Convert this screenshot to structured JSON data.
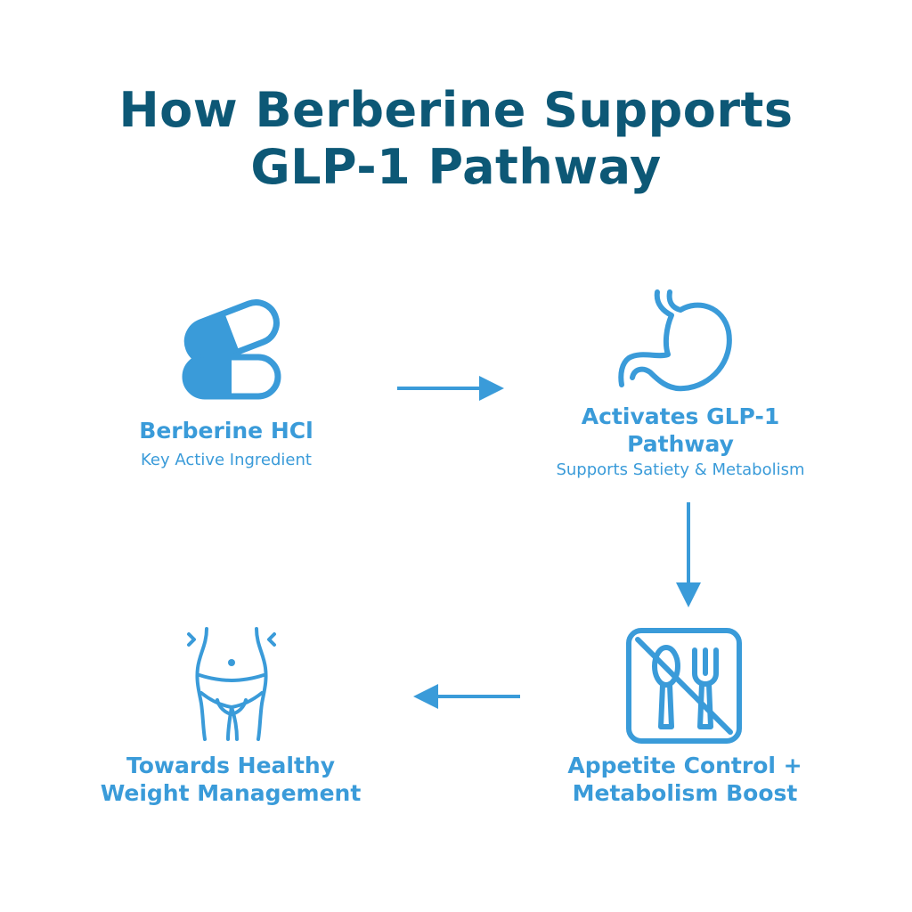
{
  "title": {
    "line1": "How Berberine Supports",
    "line2": "GLP-1 Pathway"
  },
  "steps": [
    {
      "label": "Berberine HCl",
      "sublabel": "Key Active Ingredient",
      "icon": "capsule-icon"
    },
    {
      "label_line1": "Activates GLP-1",
      "label_line2": "Pathway",
      "sublabel": "Supports Satiety & Metabolism",
      "icon": "stomach-icon"
    },
    {
      "label_line1": "Appetite Control +",
      "label_line2": "Metabolism Boost",
      "icon": "no-food-icon"
    },
    {
      "label_line1": "Towards Healthy",
      "label_line2": "Weight Management",
      "icon": "waist-icon"
    }
  ],
  "colors": {
    "title": "#0d5876",
    "accent": "#3a9bd9"
  }
}
